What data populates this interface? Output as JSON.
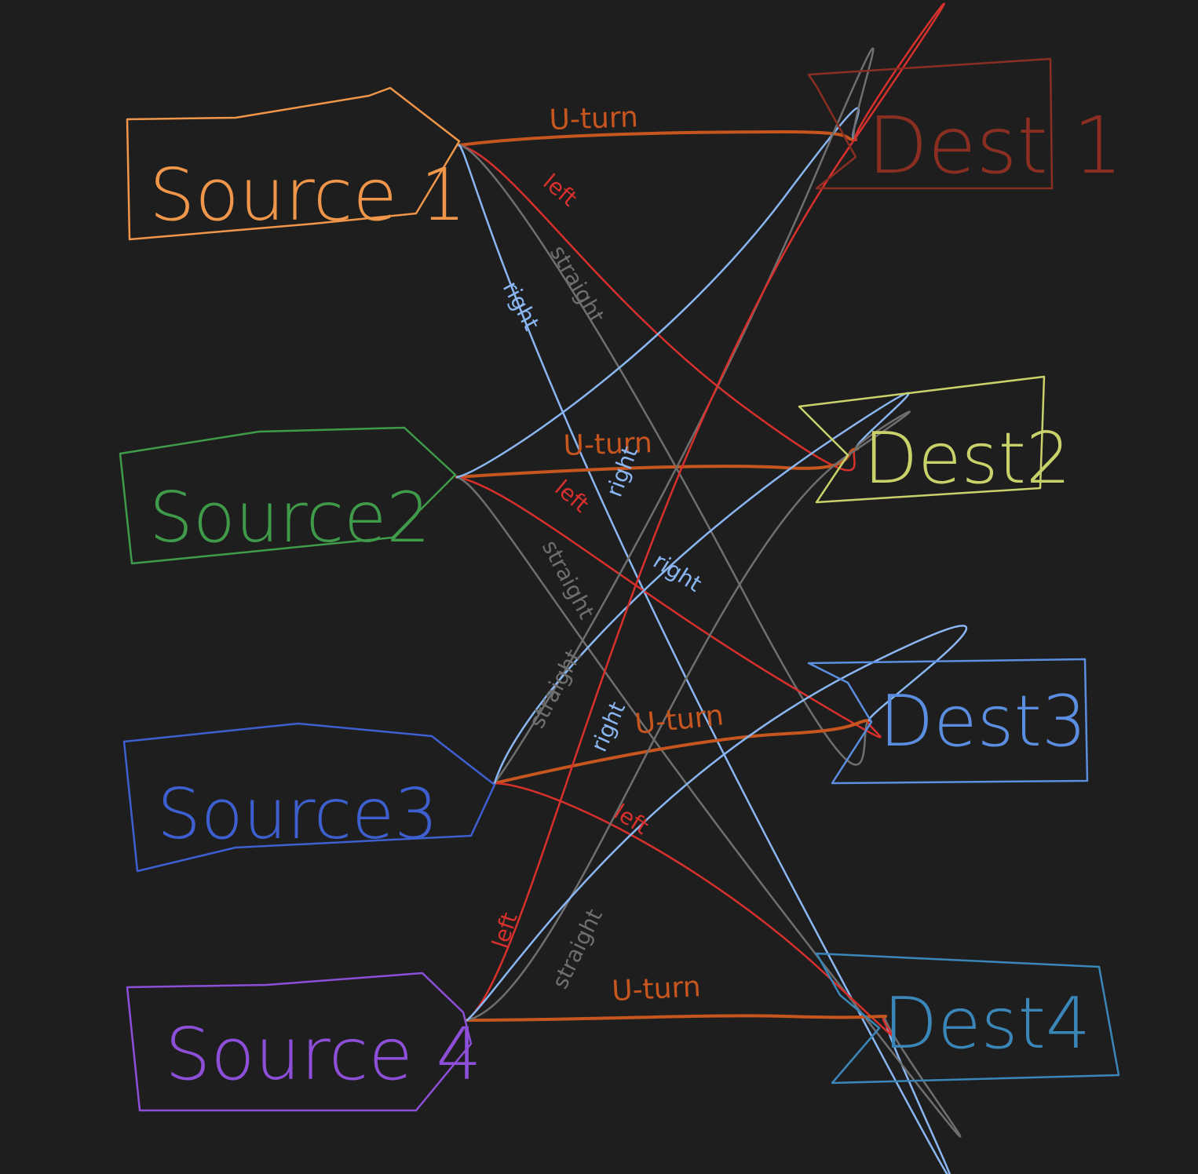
{
  "sources": [
    {
      "id": "s1",
      "label": "Source 1",
      "color": "#f0964a"
    },
    {
      "id": "s2",
      "label": "Source2",
      "color": "#3f9a4a"
    },
    {
      "id": "s3",
      "label": "Source3",
      "color": "#3d5fd0"
    },
    {
      "id": "s4",
      "label": "Source 4",
      "color": "#8e4fd8"
    }
  ],
  "destinations": [
    {
      "id": "d1",
      "label": "Dest 1",
      "color": "#8a2e22"
    },
    {
      "id": "d2",
      "label": "Dest2",
      "color": "#c9d26a"
    },
    {
      "id": "d3",
      "label": "Dest3",
      "color": "#5b8ee0"
    },
    {
      "id": "d4",
      "label": "Dest4",
      "color": "#3a86b8"
    }
  ],
  "movement_colors": {
    "u-turn": "#c6551e",
    "left": "#d8302c",
    "straight": "#6f6f6f",
    "right": "#8ab6f2"
  },
  "connections": [
    {
      "from": "s1",
      "to": "d1",
      "movement": "u-turn",
      "label": "U-turn"
    },
    {
      "from": "s1",
      "to": "d2",
      "movement": "left",
      "label": "left"
    },
    {
      "from": "s1",
      "to": "d3",
      "movement": "straight",
      "label": "straight"
    },
    {
      "from": "s1",
      "to": "d4",
      "movement": "right",
      "label": "right"
    },
    {
      "from": "s2",
      "to": "d2",
      "movement": "u-turn",
      "label": "U-turn"
    },
    {
      "from": "s2",
      "to": "d3",
      "movement": "left",
      "label": "left"
    },
    {
      "from": "s2",
      "to": "d4",
      "movement": "straight",
      "label": "straight"
    },
    {
      "from": "s2",
      "to": "d1",
      "movement": "right",
      "label": "right"
    },
    {
      "from": "s3",
      "to": "d3",
      "movement": "u-turn",
      "label": "U-turn"
    },
    {
      "from": "s3",
      "to": "d4",
      "movement": "left",
      "label": "left"
    },
    {
      "from": "s3",
      "to": "d1",
      "movement": "straight",
      "label": "straight"
    },
    {
      "from": "s3",
      "to": "d2",
      "movement": "right",
      "label": "right"
    },
    {
      "from": "s4",
      "to": "d4",
      "movement": "u-turn",
      "label": "U-turn"
    },
    {
      "from": "s4",
      "to": "d1",
      "movement": "left",
      "label": "left"
    },
    {
      "from": "s4",
      "to": "d2",
      "movement": "straight",
      "label": "straight"
    },
    {
      "from": "s4",
      "to": "d3",
      "movement": "right",
      "label": "right"
    }
  ]
}
